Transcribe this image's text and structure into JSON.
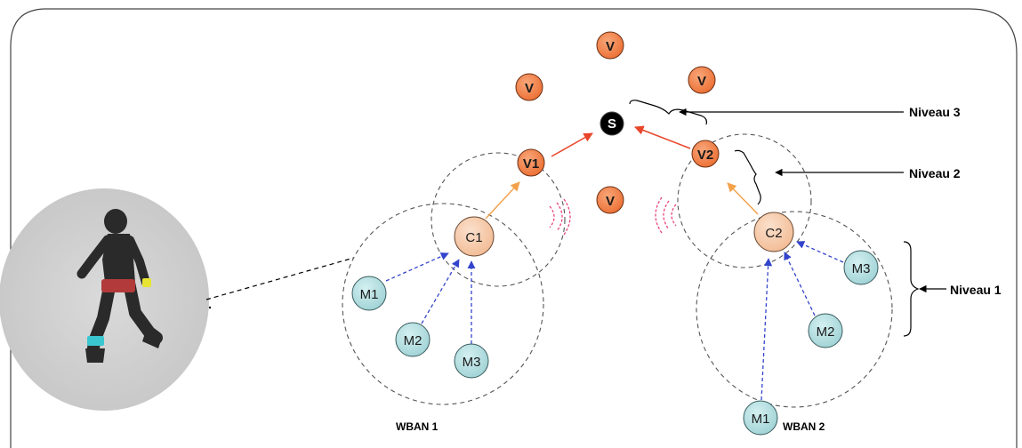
{
  "diagram": {
    "sink_label": "S",
    "vehicle_label": "V",
    "wban1": {
      "title": "WBAN 1",
      "coordinator": "C1",
      "relay": "V1",
      "sensors": [
        "M1",
        "M2",
        "M3"
      ]
    },
    "wban2": {
      "title": "WBAN 2",
      "coordinator": "C2",
      "relay": "V2",
      "sensors": [
        "M3",
        "M2",
        "M1"
      ]
    },
    "levels": {
      "level3": "Niveau 3",
      "level2": "Niveau 2",
      "level1": "Niveau 1"
    },
    "colors": {
      "sensor_fill": "#a9dbdd",
      "coordinator_fill": "#f6c8a6",
      "vehicle_fill": "#f07f45",
      "sink_fill": "#000000",
      "uplink_arrow": "#f3a24c",
      "sink_arrow": "#e8452a",
      "sensor_arrow": "#3344cc"
    }
  }
}
